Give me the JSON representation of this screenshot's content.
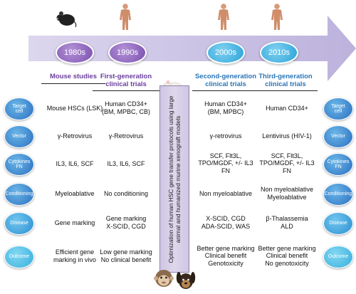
{
  "decades": [
    "1980s",
    "1990s",
    "2000s",
    "2010s"
  ],
  "columns": [
    {
      "header": "Mouse studies",
      "color": "#6a3e9e"
    },
    {
      "header": "First-generation\nclinical trials",
      "color": "#6a3e9e"
    },
    {
      "header": "Second-generation\nclinical trials",
      "color": "#2a76b8"
    },
    {
      "header": "Third-generation\nclinical trials",
      "color": "#2a76b8"
    }
  ],
  "rows": [
    {
      "label": "Target\ncell",
      "values": [
        "Mouse HSCs (LSK)",
        "Human CD34+\n(BM, MPBC, CB)",
        "Human CD34+\n(BM, MPBC)",
        "Human CD34+"
      ]
    },
    {
      "label": "Vector",
      "values": [
        "γ-Retrovirus",
        "γ-Retrovirus",
        "γ-retrovirus",
        "Lentivirus (HIV-1)"
      ]
    },
    {
      "label": "Cytokines\nFN",
      "values": [
        "IL3, IL6, SCF",
        "IL3, IL6, SCF",
        "SCF, Flt3L,\nTPO/MGDF, +/- IL3\nFN",
        "SCF, Flt3L,\nTPO/MGDF, +/- IL3\nFN"
      ]
    },
    {
      "label": "Conditioning",
      "values": [
        "Myeloablative",
        "No conditioning",
        "Non myeloablative",
        "Non myeloablative\nMyeloablative"
      ]
    },
    {
      "label": "Disease",
      "values": [
        "Gene marking",
        "Gene marking\nX-SCID, CGD",
        "X-SCID, CGD\nADA-SCID, WAS",
        "β-Thalassemia\nALD"
      ]
    },
    {
      "label": "Outcome",
      "values": [
        "Efficient gene\nmarking in vivo",
        "Low gene marking\nNo clinical benefit",
        "Better gene marking\nClinical benefit\nGenotoxicity",
        "Better gene marking\nClinical benefit\nNo genotoxicity"
      ]
    }
  ],
  "banner": "Optimization of human HSC gene transfer protocols using large animal and humanized murine xenograft models",
  "colors": {
    "arrow": "#c9c1e3",
    "purple": "#7a4fb0",
    "blue": "#2aa3d9",
    "header_purple": "#6a3e9e",
    "header_blue": "#2a76b8"
  },
  "icons": [
    "mouse-icon",
    "human-figure-icon",
    "white-mouse-icon",
    "monkey-icon",
    "dog-icon"
  ]
}
